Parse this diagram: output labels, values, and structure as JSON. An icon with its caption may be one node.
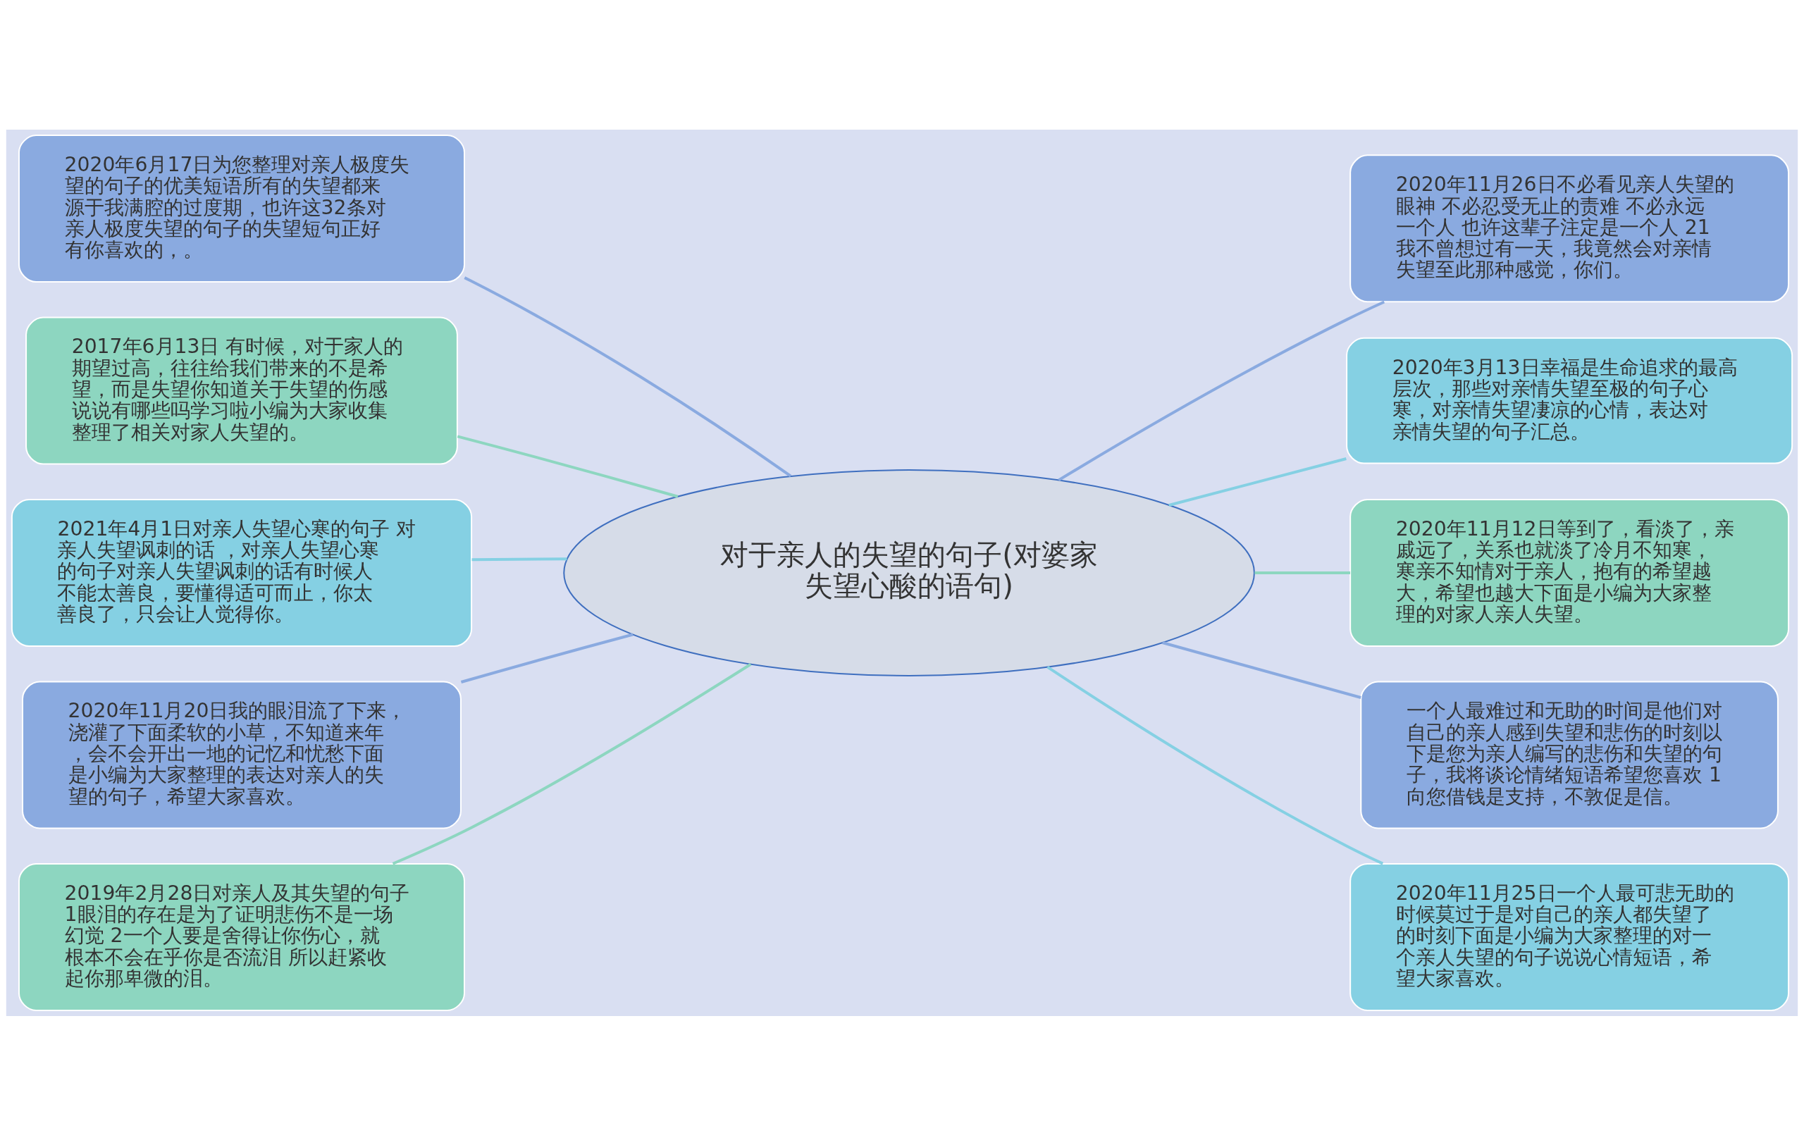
{
  "diagram": {
    "nodes": [
      {
        "text": [
          "对于亲人的失望的句子(对婆家失望心酸的语句)"
        ]
      },
      {
        "text": [
          "2020年6月17日为您整理对亲人极度失望的句子的优美短语所有的失望都来源于我满腔的过度期，也许这32条对亲人极度失望的句子的失望短句正好有你喜欢的，。"
        ]
      },
      {
        "text": [
          "2017年6月13日 有时候，对于家人的期望过高，往往给我们带来的不是希望，而是失望你知道关于失望的伤感说说有哪些吗学习啦小编为大家收集整理了相关对家人失望的。"
        ]
      },
      {
        "text": [
          "2021年4月1日对亲人失望心寒的句子 对亲人失望讽刺的话 ，对亲人失望心寒的句子对亲人失望讽刺的话有时候人不能太善良，要懂得适可而止，你太善良了，只会让人觉得你。"
        ]
      },
      {
        "text": [
          "2020年11月20日我的眼泪流了下来，浇灌了下面柔软的小草，不知道来年，会不会开出一地的记忆和忧愁下面是小编为大家整理的表达对亲人的失望的句子，希望大家喜欢。"
        ]
      },
      {
        "text": [
          "2019年2月28日对亲人及其失望的句子1眼泪的存在是为了证明悲伤不是一场幻觉 2一个人要是舍得让你伤心，就根本不会在乎你是否流泪 所以赶紧收起你那卑微的泪。"
        ]
      },
      {
        "text": [
          "2020年11月26日不必看见亲人失望的眼神 不必忍受无止的责难 不必永远一个人 也许这辈子注定是一个人 21我不曾想过有一天，我竟然会对亲情失望至此那种感觉，你们。"
        ]
      },
      {
        "text": [
          "2020年3月13日幸福是生命追求的最高层次，那些对亲情失望至极的句子心寒，对亲情失望凄凉的心情，表达对亲情失望的句子汇总。"
        ]
      },
      {
        "text": [
          "2020年11月12日等到了，看淡了，亲戚远了，关系也就淡了冷月不知寒，寒亲不知情对于亲人，抱有的希望越大，希望也越大下面是小编为大家整理的对家人亲人失望。"
        ]
      },
      {
        "text": [
          "一个人最难过和无助的时间是他们对自己的亲人感到失望和悲伤的时刻以下是您为亲人编写的悲伤和失望的句子，我将谈论情绪短语希望您喜欢 1向您借钱是支持，不敦促是信。"
        ]
      },
      {
        "text": [
          "2020年11月25日一个人最可悲无助的时候莫过于是对自己的亲人都失望了的时刻下面是小编为大家整理的对一个亲人失望的句子说说心情短语，希望大家喜欢。"
        ]
      }
    ],
    "edges": [
      {
        "from": 0,
        "to": 1,
        "arrow": "none"
      },
      {
        "from": 0,
        "to": 2,
        "arrow": "none"
      },
      {
        "from": 0,
        "to": 3,
        "arrow": "none"
      },
      {
        "from": 0,
        "to": 4,
        "arrow": "none"
      },
      {
        "from": 0,
        "to": 5,
        "arrow": "none"
      },
      {
        "from": 0,
        "to": 6,
        "arrow": "none"
      },
      {
        "from": 0,
        "to": 7,
        "arrow": "none"
      },
      {
        "from": 0,
        "to": 8,
        "arrow": "none"
      },
      {
        "from": 0,
        "to": 9,
        "arrow": "none"
      },
      {
        "from": 0,
        "to": 10,
        "arrow": "none"
      }
    ]
  }
}
